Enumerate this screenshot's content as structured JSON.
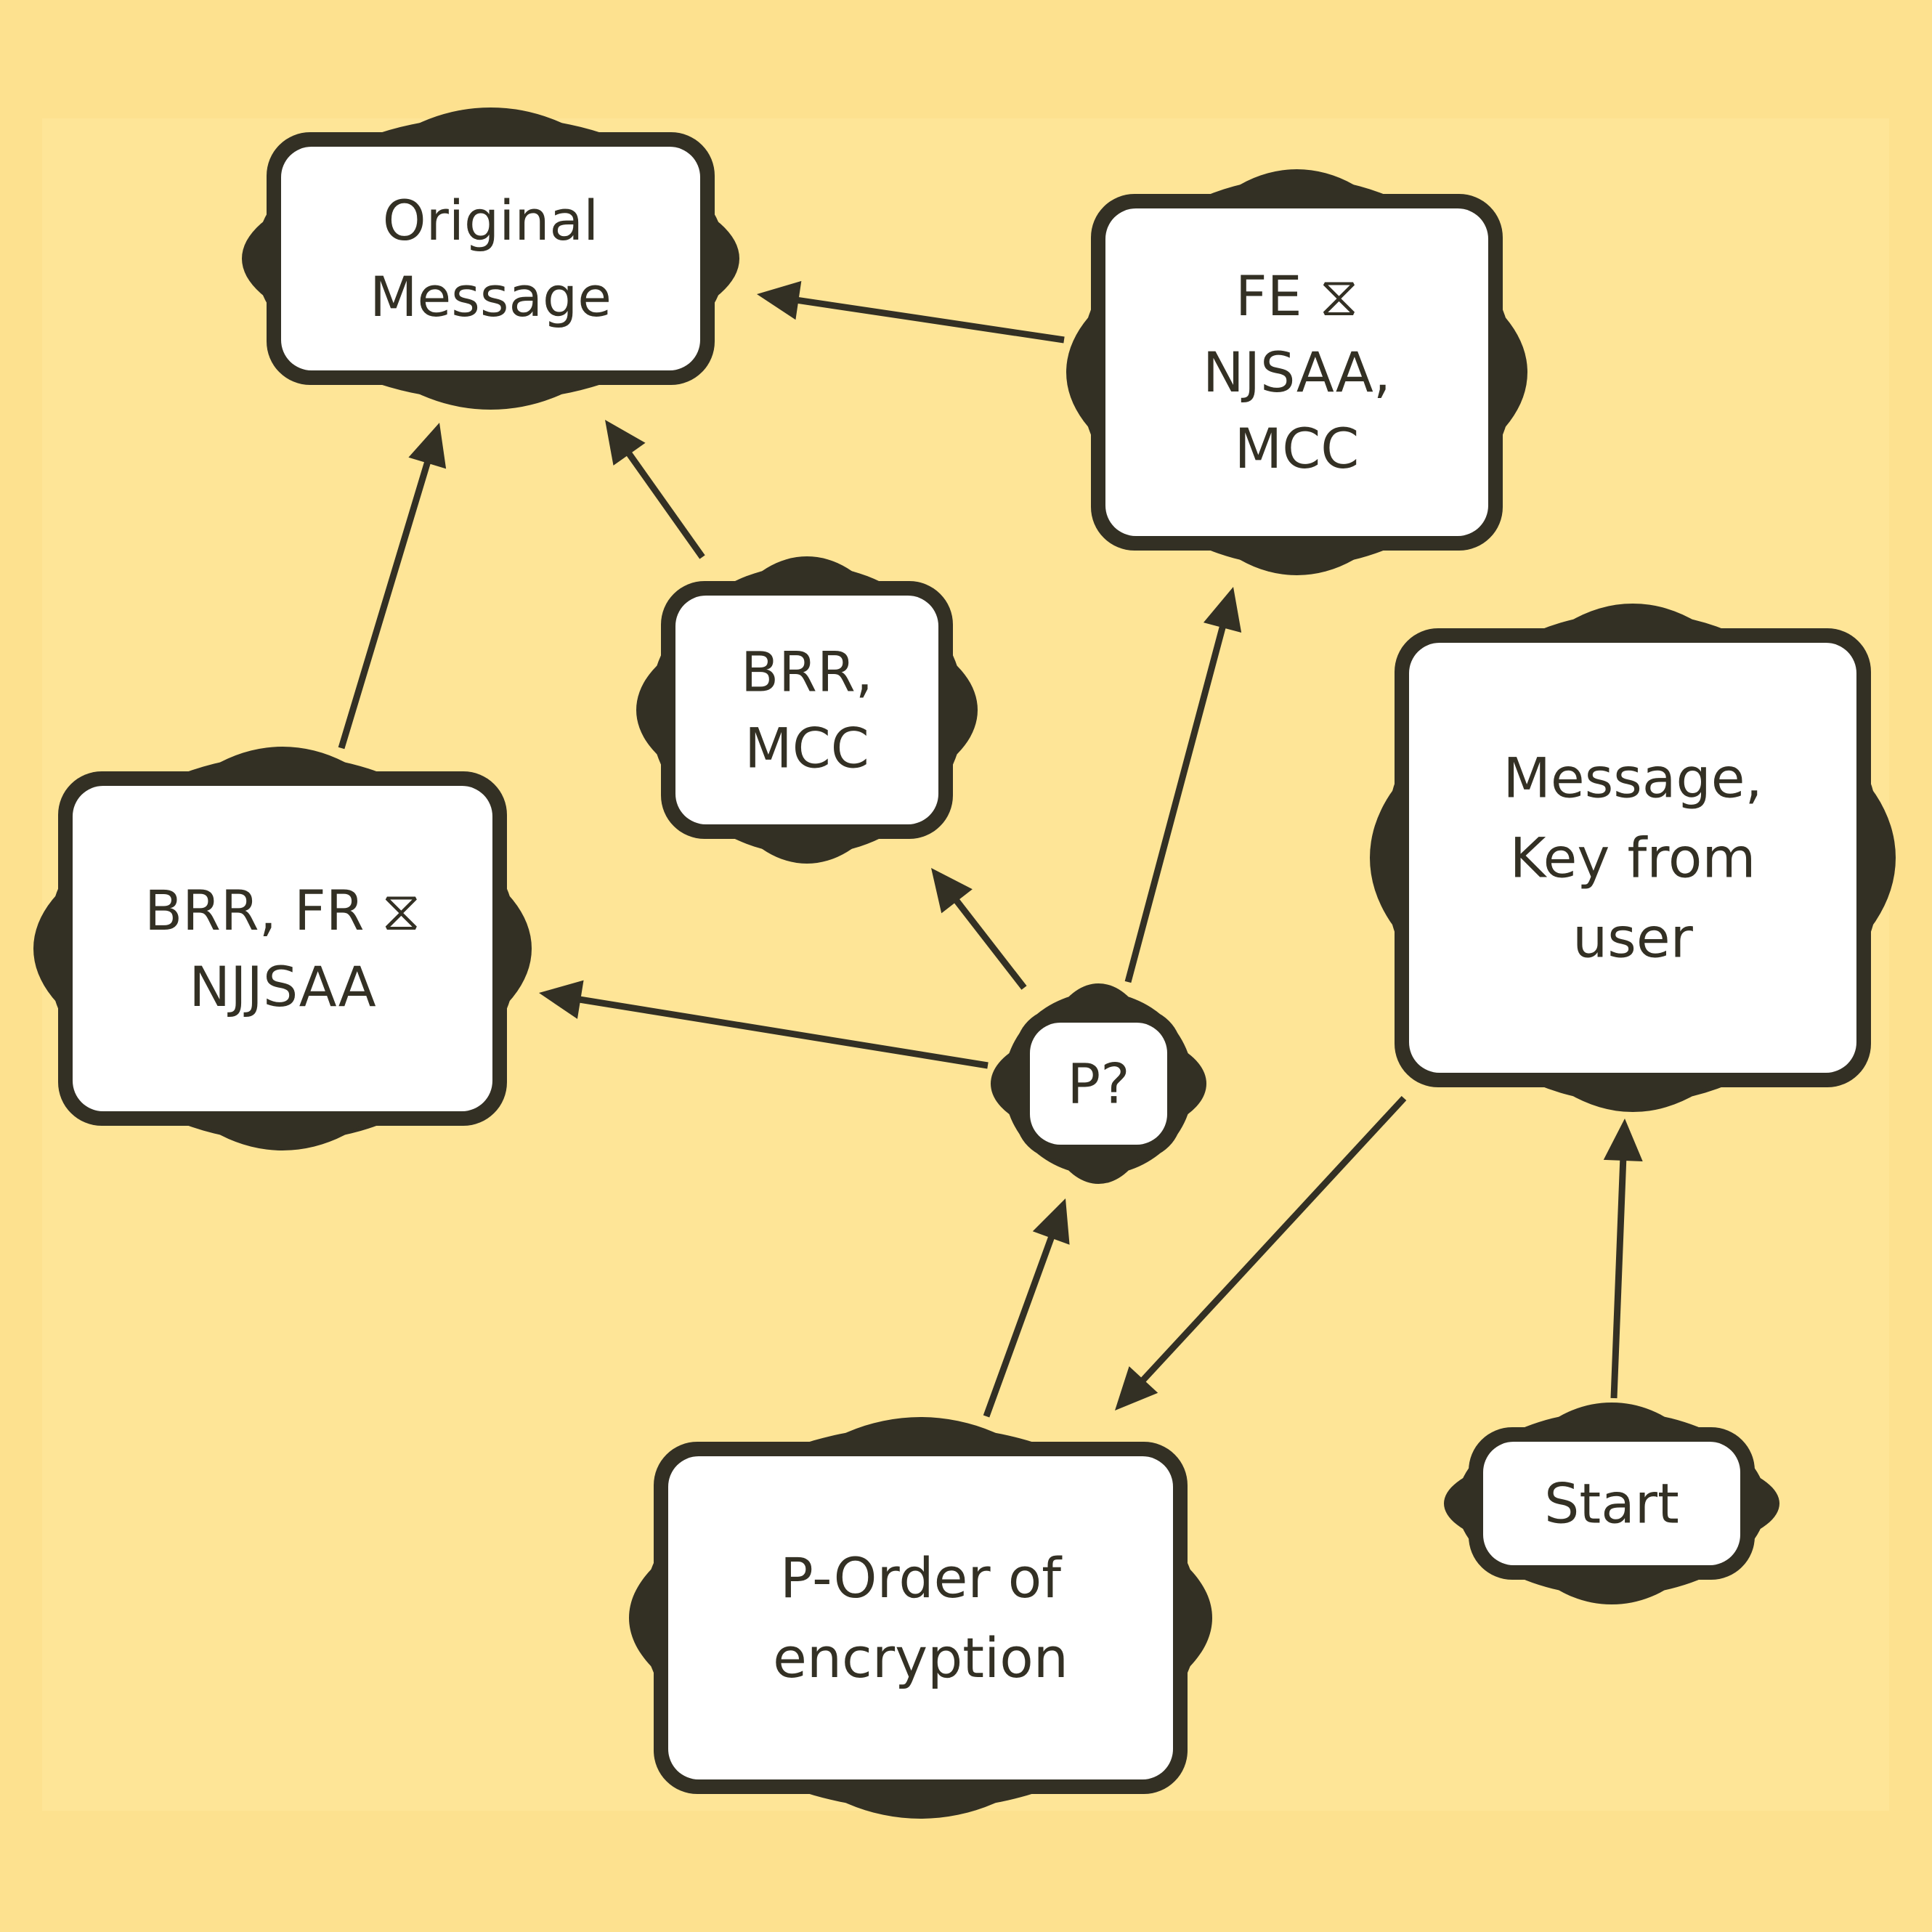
{
  "colors": {
    "background": "#fde18f",
    "panel": "#fee597",
    "node_stroke": "#333024",
    "node_fill": "#ffffff",
    "edge": "#333024",
    "text": "#333024"
  },
  "nodes": {
    "original_message": {
      "lines": [
        "Original",
        "Message"
      ]
    },
    "fe_njsaa_mcc": {
      "lines": [
        "FE ⧖",
        "NJSAA,",
        "MCC"
      ]
    },
    "brr_mcc": {
      "lines": [
        "BRR,",
        "MCC"
      ]
    },
    "brr_fr_njjsaa": {
      "lines": [
        "BRR, FR ⧖",
        "NJJSAA"
      ]
    },
    "message_key": {
      "lines": [
        "Message,",
        "Key from",
        "user"
      ]
    },
    "p_question": {
      "lines": [
        "P?"
      ]
    },
    "p_order": {
      "lines": [
        "P-Order of",
        "encryption"
      ]
    },
    "start": {
      "lines": [
        "Start"
      ]
    }
  },
  "edges": [
    {
      "from": "start",
      "to": "message_key"
    },
    {
      "from": "message_key",
      "to": "p_order"
    },
    {
      "from": "p_order",
      "to": "p_question"
    },
    {
      "from": "p_question",
      "to": "brr_fr_njjsaa"
    },
    {
      "from": "p_question",
      "to": "brr_mcc"
    },
    {
      "from": "p_question",
      "to": "fe_njsaa_mcc"
    },
    {
      "from": "brr_fr_njjsaa",
      "to": "original_message"
    },
    {
      "from": "brr_mcc",
      "to": "original_message"
    },
    {
      "from": "fe_njsaa_mcc",
      "to": "original_message"
    }
  ]
}
